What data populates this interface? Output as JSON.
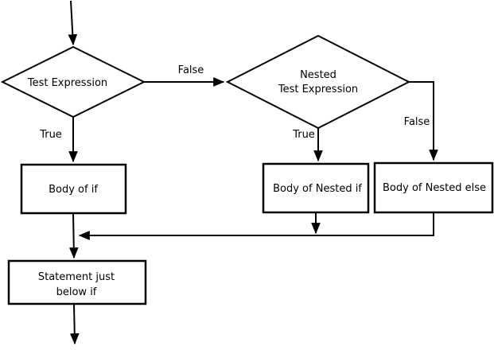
{
  "diagram": {
    "background_color": "#ffffff",
    "line_color": "#000000",
    "text_color": "#000000",
    "nodes": {
      "test_expression": {
        "label": "Test Expression"
      },
      "nested_test_expression": {
        "line1": "Nested",
        "line2": "Test Expression"
      },
      "body_of_if": {
        "label": "Body of if"
      },
      "body_of_nested_if": {
        "label": "Body of Nested if"
      },
      "body_of_nested_else": {
        "label": "Body of Nested else"
      },
      "statement_below_if": {
        "line1": "Statement just",
        "line2": "below if"
      }
    },
    "edge_labels": {
      "test_true": "True",
      "test_false": "False",
      "nested_true": "True",
      "nested_false": "False"
    }
  }
}
